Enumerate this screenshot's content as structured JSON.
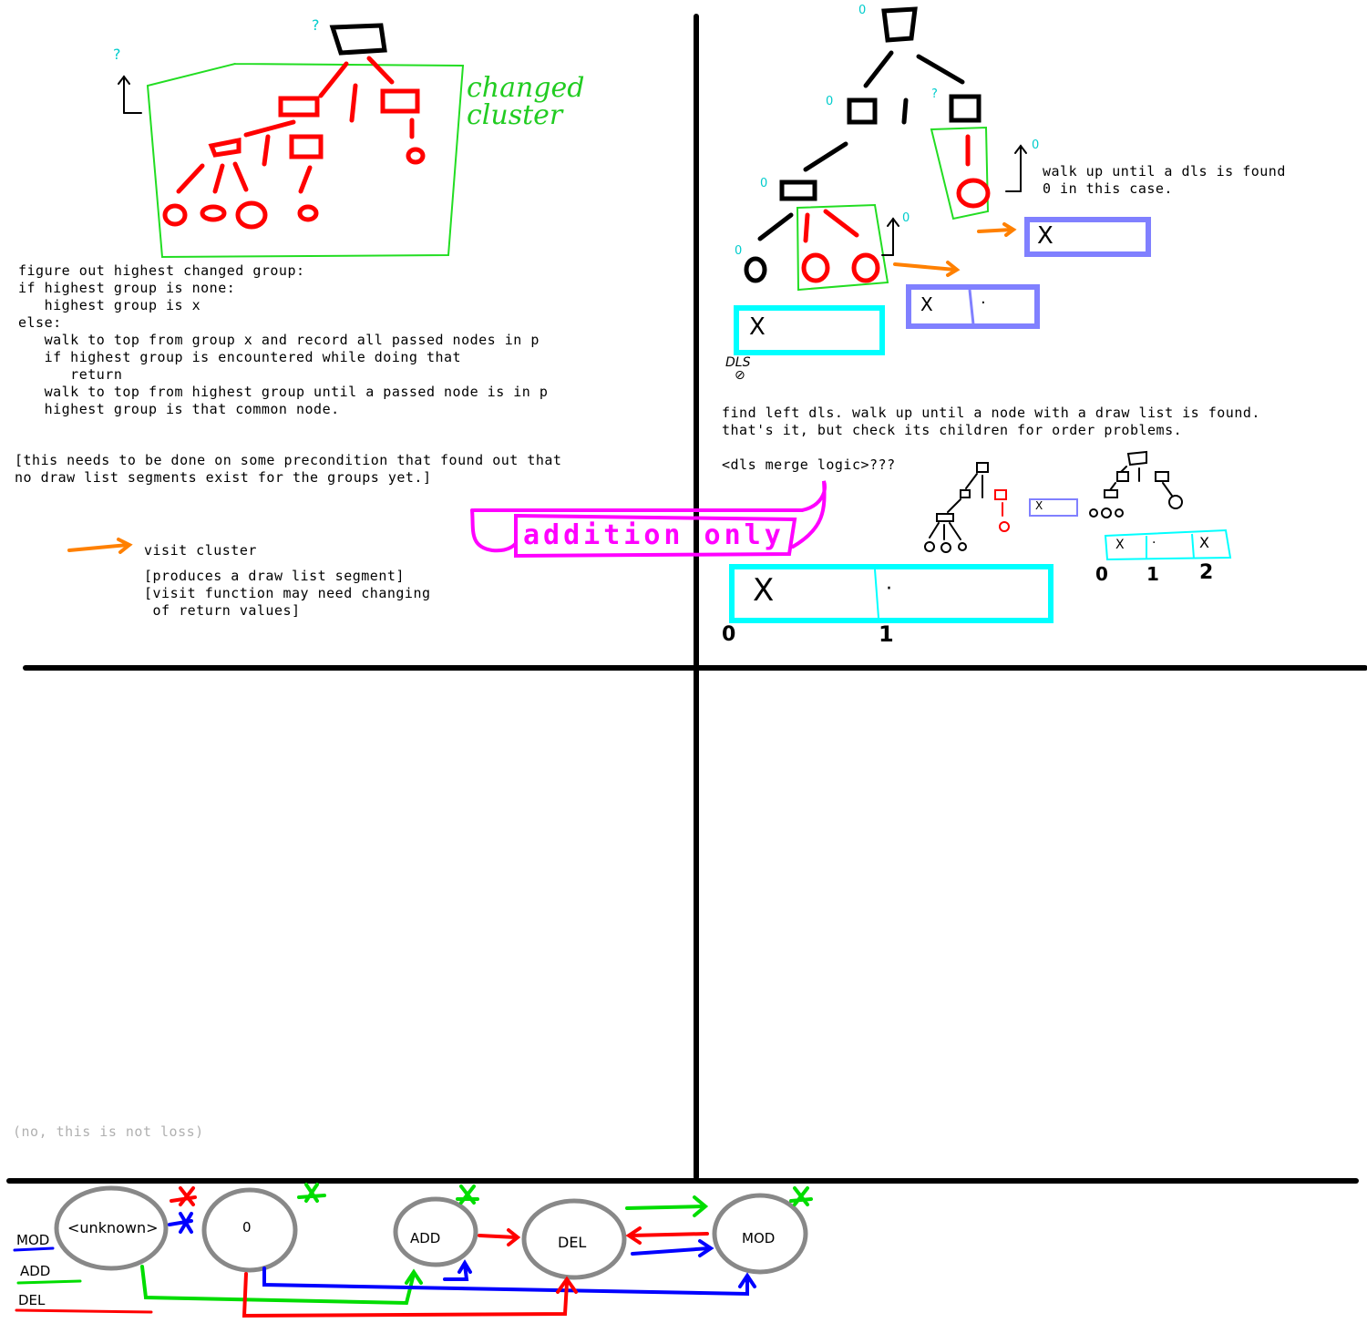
{
  "top_left": {
    "question_mark_top": "?",
    "question_mark_left": "?",
    "changed_cluster_label": "changed\ncluster",
    "pseudocode": "figure out highest changed group:\nif highest group is none:\n   highest group is x\nelse:\n   walk to top from group x and record all passed nodes in p\n   if highest group is encountered while doing that\n      return\n   walk to top from highest group until a passed node is in p\n   highest group is that common node.",
    "precondition_note": "[this needs to be done on some precondition that found out that\nno draw list segments exist for the groups yet.]",
    "legend_visit_cluster": "visit cluster",
    "legend_visit_notes": "[produces a draw list segment]\n[visit function may need changing\n of return values]"
  },
  "banner": {
    "text": "addition only",
    "color": "#ff00ff"
  },
  "top_right": {
    "zero_labels": [
      "0",
      "0",
      "0",
      "0",
      "0",
      "0"
    ],
    "question_mark": "?",
    "walk_up_note": "walk up until a dls is found\n0 in this case.",
    "dls_label": "DLS",
    "dls_symbol": "⊘",
    "find_left_note": "find left dls. walk up until a node with a draw list is found.\nthat's it, but check its children for order problems.",
    "merge_logic": "<dls merge logic>???",
    "big_box_indices": [
      "0",
      "1"
    ],
    "small_box_indices": [
      "0",
      "1",
      "2"
    ],
    "cell_x": "X",
    "cell_dot": "·"
  },
  "bottom": {
    "note": "(no, this is not loss)",
    "states": [
      "<unknown>",
      "0",
      "ADD",
      "DEL",
      "MOD"
    ],
    "legend": [
      {
        "label": "MOD",
        "color": "#0000ff"
      },
      {
        "label": "ADD",
        "color": "#00dd00"
      },
      {
        "label": "DEL",
        "color": "#ff0000"
      }
    ]
  },
  "colors": {
    "red": "#ff0000",
    "green": "#00dd00",
    "cyan": "#00ffff",
    "blue": "#0000ff",
    "lavender": "#8080ff",
    "orange": "#ff8000",
    "magenta": "#ff00ff",
    "gray": "#808080"
  }
}
